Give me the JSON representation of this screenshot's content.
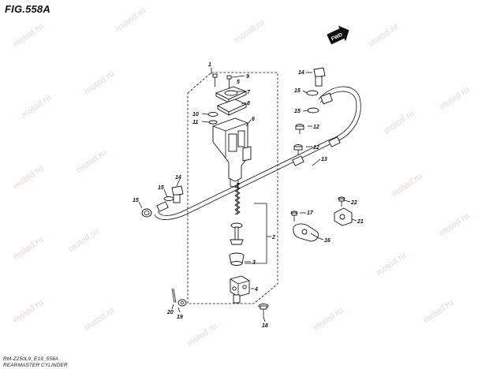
{
  "figure": {
    "title": "FIG.558A",
    "footer_line1": "RM-Z250L9_E19_558A",
    "footer_line2": "REARMASTER CYLINDER",
    "fwd_badge": "FWD"
  },
  "watermark": "motod.ru",
  "callouts": [
    {
      "id": "c1",
      "label": "1"
    },
    {
      "id": "c2",
      "label": "2"
    },
    {
      "id": "c3",
      "label": "3"
    },
    {
      "id": "c4",
      "label": "4"
    },
    {
      "id": "c5",
      "label": "5"
    },
    {
      "id": "c6",
      "label": "6"
    },
    {
      "id": "c7",
      "label": "7"
    },
    {
      "id": "c8",
      "label": "8"
    },
    {
      "id": "c9",
      "label": "9"
    },
    {
      "id": "c10",
      "label": "10"
    },
    {
      "id": "c11",
      "label": "11"
    },
    {
      "id": "c12a",
      "label": "12"
    },
    {
      "id": "c12b",
      "label": "12"
    },
    {
      "id": "c13",
      "label": "13"
    },
    {
      "id": "c14a",
      "label": "14"
    },
    {
      "id": "c14b",
      "label": "14"
    },
    {
      "id": "c15a",
      "label": "15"
    },
    {
      "id": "c15b",
      "label": "15"
    },
    {
      "id": "c15c",
      "label": "15"
    },
    {
      "id": "c15d",
      "label": "15"
    },
    {
      "id": "c16",
      "label": "16"
    },
    {
      "id": "c17",
      "label": "17"
    },
    {
      "id": "c18",
      "label": "18"
    },
    {
      "id": "c19",
      "label": "19"
    },
    {
      "id": "c20",
      "label": "20"
    },
    {
      "id": "c21",
      "label": "21"
    },
    {
      "id": "c22",
      "label": "22"
    }
  ]
}
